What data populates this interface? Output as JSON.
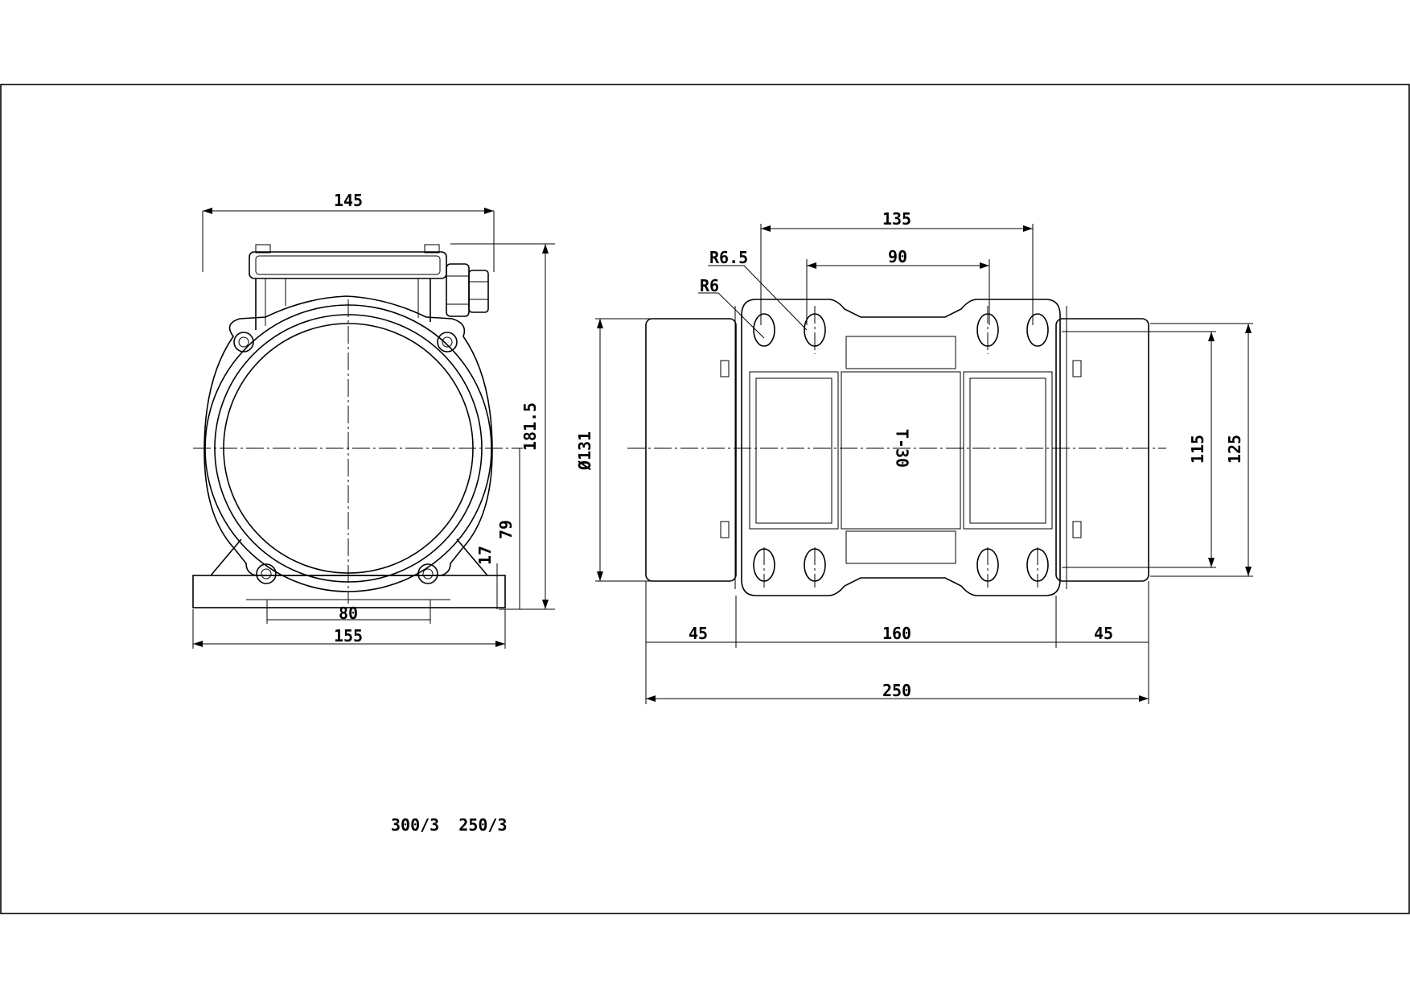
{
  "front_view": {
    "dims": {
      "top_width": "145",
      "height": "181.5",
      "axis_height": "79",
      "base_thickness": "17",
      "hole_spacing": "80",
      "base_width": "155"
    }
  },
  "top_view": {
    "dims": {
      "outer_slot": "135",
      "inner_slot": "90",
      "radius_outer": "R6.5",
      "radius_inner": "R6",
      "diameter": "Ø131",
      "width_inner": "115",
      "width_outer": "125",
      "left_shaft": "45",
      "body_length": "160",
      "right_shaft": "45",
      "overall_length": "250"
    },
    "model": "T-30"
  },
  "notes": {
    "variants": "300/3  250/3"
  }
}
